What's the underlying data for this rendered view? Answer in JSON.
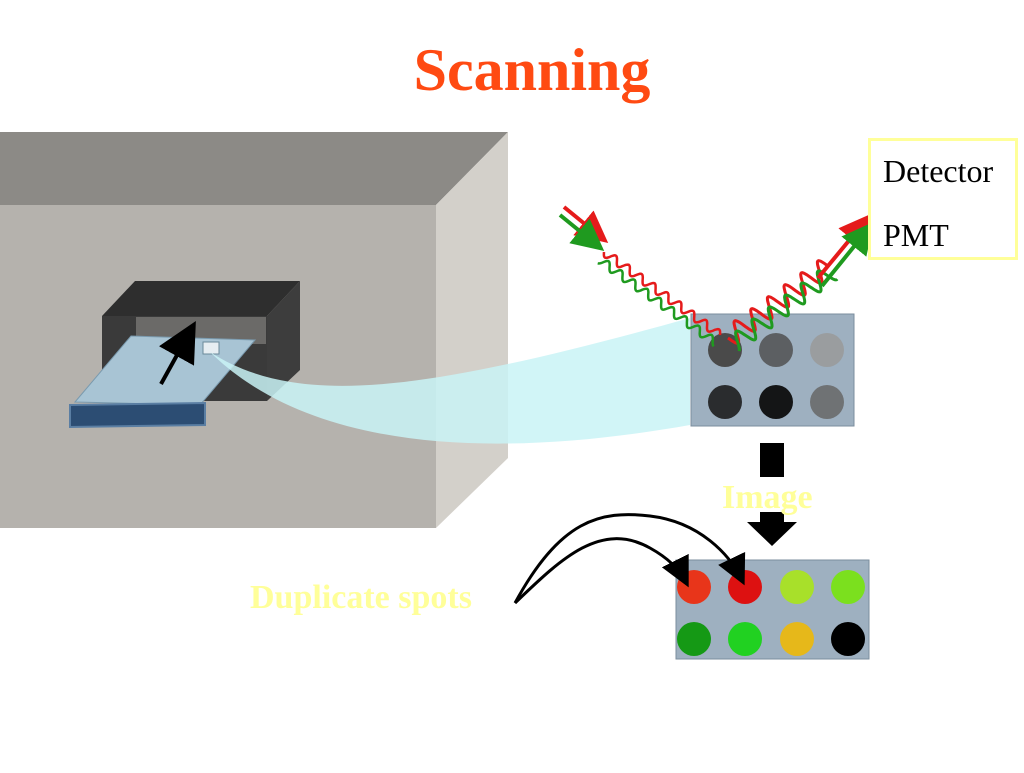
{
  "title": "Scanning",
  "detector": {
    "line1": "Detector",
    "line2": "PMT"
  },
  "image_label": "Image",
  "duplicate_label": "Duplicate spots",
  "colors": {
    "title": "#ff4a12",
    "label_yellow": "#ffff99",
    "laser_red": "#e51b1b",
    "laser_green": "#1f9a1f",
    "beam_cyan": "#c9f3f6"
  },
  "scan_spots_gray": [
    "#4a4a4a",
    "#5c5f62",
    "#9a9d9f",
    "#2a2c2e",
    "#141516",
    "#6f7274"
  ],
  "result_spots": [
    "#e8351a",
    "#dd1111",
    "#a8e02a",
    "#7be01e",
    "#159915",
    "#21d121",
    "#e6b81a",
    "#000000"
  ]
}
